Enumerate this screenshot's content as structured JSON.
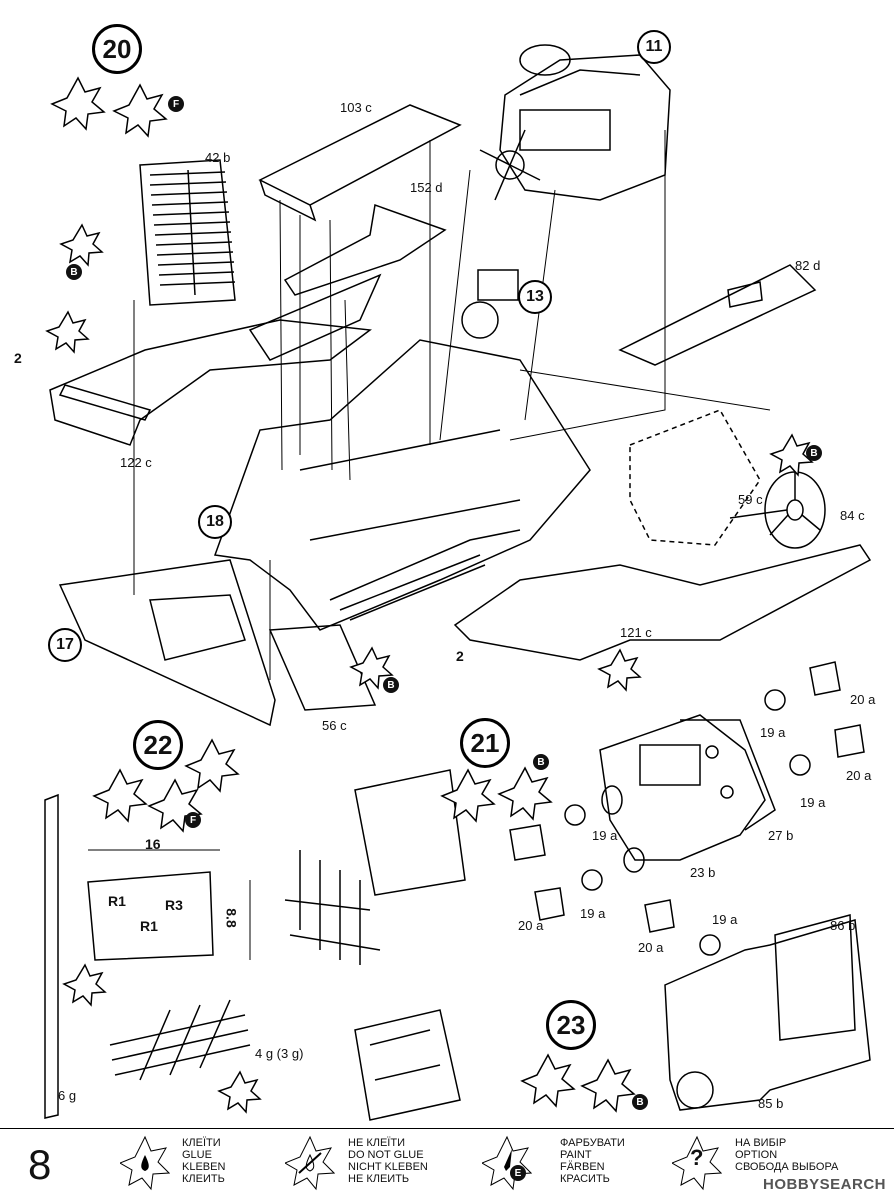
{
  "steps": {
    "s20": "20",
    "s11": "11",
    "s13": "13",
    "s18": "18",
    "s17": "17",
    "s22": "22",
    "s21": "21",
    "s23": "23"
  },
  "badges": {
    "f": "F",
    "b": "B",
    "e": "E"
  },
  "parts": {
    "p103c": "103 c",
    "p42b": "42 b",
    "p152d": "152 d",
    "p82d": "82 d",
    "p122c": "122 c",
    "p59c": "59 c",
    "p84c": "84 c",
    "p121c": "121 c",
    "p56c": "56 c",
    "p20a": "20 a",
    "p19a": "19 a",
    "p27b": "27 b",
    "p23b": "23 b",
    "p86b": "86 b",
    "p85b": "85 b",
    "p4g": "4 g (3 g)",
    "p6g": "6 g"
  },
  "dims": {
    "two": "2",
    "sixteen": "16",
    "r1": "R1",
    "r3": "R3",
    "eight8": "8.8"
  },
  "legend": {
    "page": "8",
    "glue": [
      "КЛЕЇТИ",
      "GLUE",
      "KLEBEN",
      "КЛЕИТЬ"
    ],
    "noglue": [
      "НЕ КЛЕЇТИ",
      "DO NOT GLUE",
      "NICHT KLEBEN",
      "НЕ КЛЕИТЬ"
    ],
    "paint": [
      "ФАРБУВАТИ",
      "PAINT",
      "FÄRBEN",
      "КРАСИТЬ"
    ],
    "option": [
      "НА ВИБІР",
      "OPTION",
      "",
      "СВОБОДА ВЫБОРА"
    ],
    "option_mark": "?",
    "watermark": "HOBBYSEARCH"
  }
}
